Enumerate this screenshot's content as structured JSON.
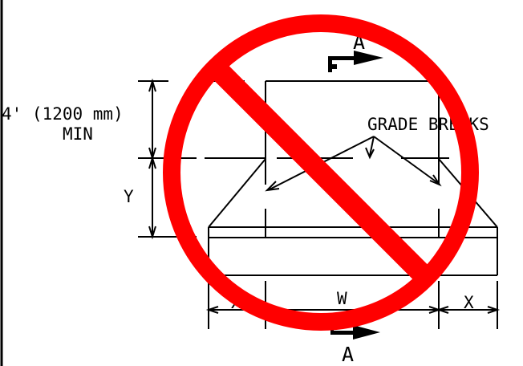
{
  "diagram": {
    "labels": {
      "min_dimension": "4' (1200 mm)",
      "min_note": "MIN",
      "grade_breaks": "GRADE BREAKS",
      "y_dim": "Y",
      "w_dim": "W",
      "x_dim_left": "X",
      "x_dim_right": "X",
      "section_top": "A",
      "section_bottom": "A"
    },
    "prohibition_sign": {
      "color": "#ff0000",
      "meaning": "not allowed"
    },
    "line_color": "#000000"
  }
}
